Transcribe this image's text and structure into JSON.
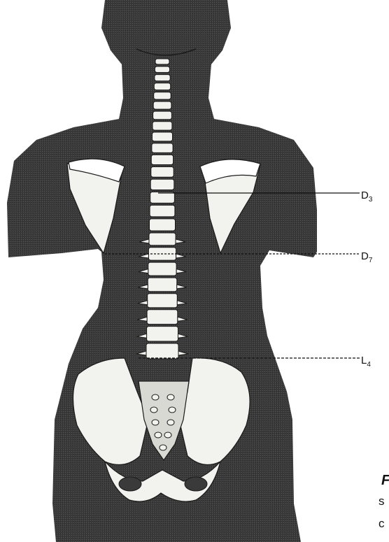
{
  "labels": {
    "d3": {
      "letter": "D",
      "sub": "3"
    },
    "d7": {
      "letter": "D",
      "sub": "7"
    },
    "l4": {
      "letter": "L",
      "sub": "4"
    }
  },
  "caption_fragments": [
    "F",
    "s",
    "c"
  ],
  "colors": {
    "body": "#3a3a3a",
    "bone": "#f2f2ee",
    "bone_shadow": "#bdbdb8",
    "line": "#111111",
    "background": "#ffffff"
  }
}
